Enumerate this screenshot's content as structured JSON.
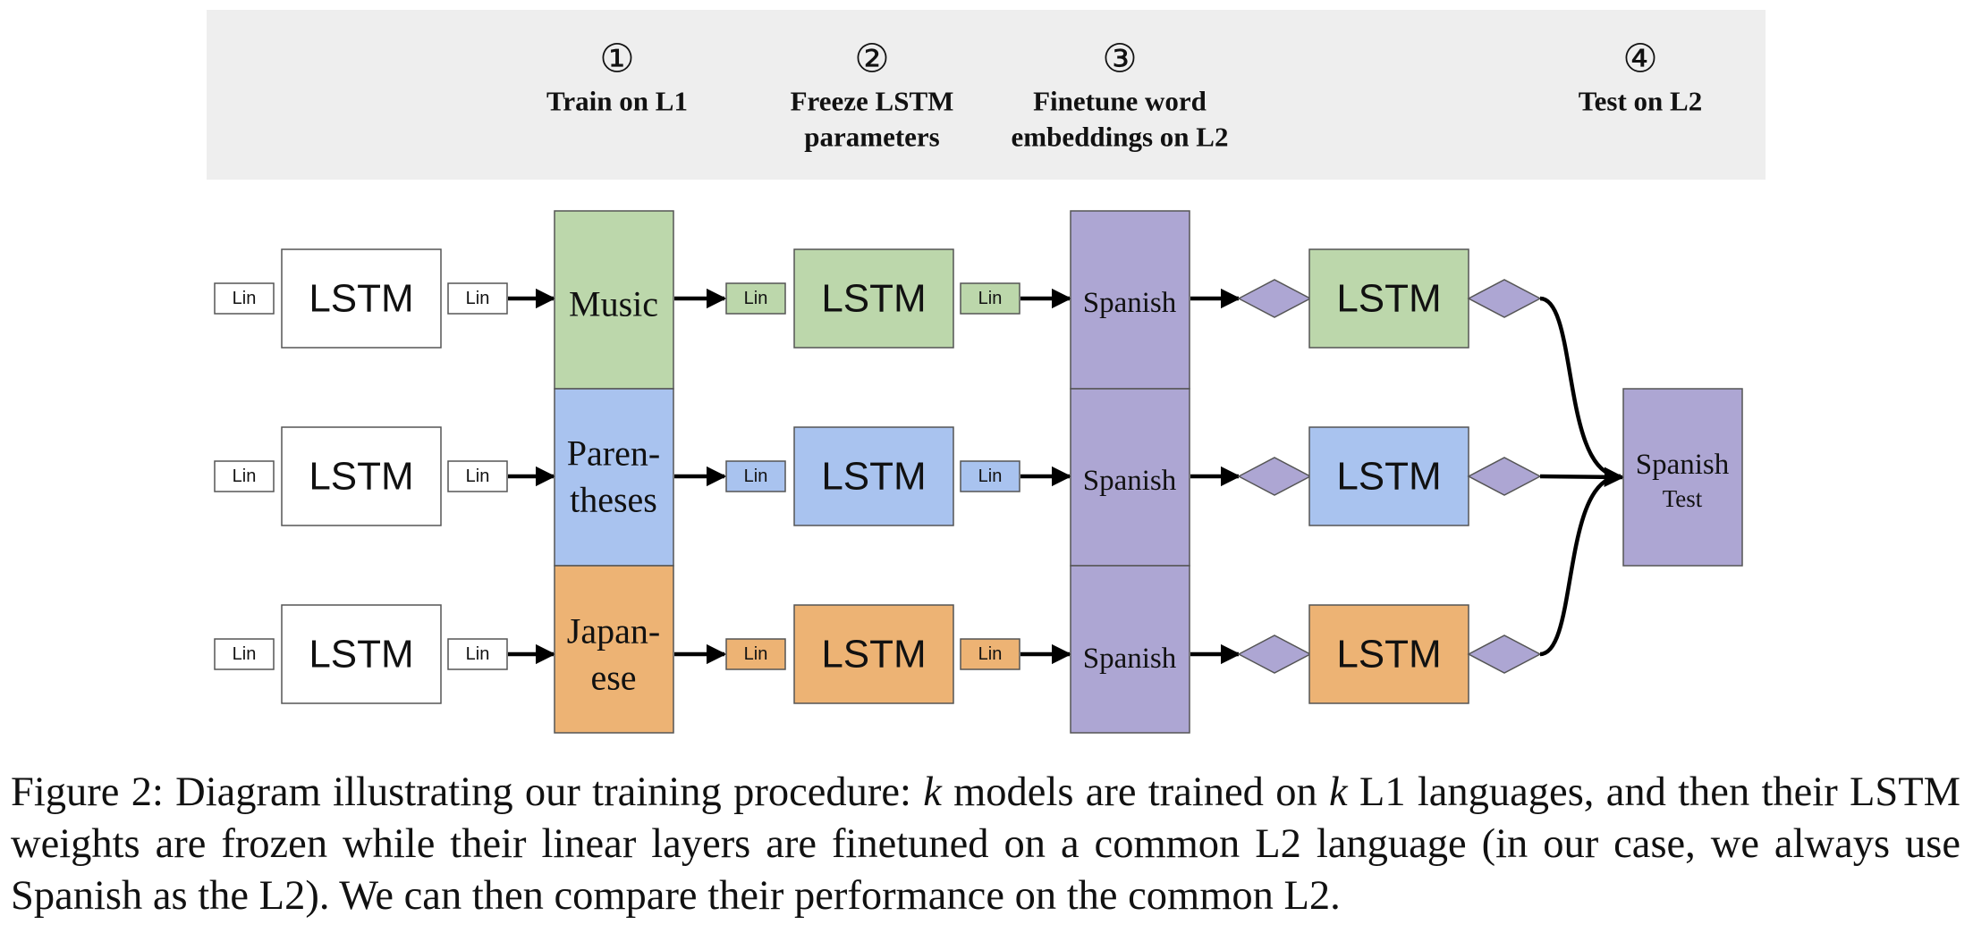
{
  "steps": [
    {
      "number": "①",
      "lines": [
        "Train on L1"
      ]
    },
    {
      "number": "②",
      "lines": [
        "Freeze LSTM",
        "parameters"
      ]
    },
    {
      "number": "③",
      "lines": [
        "Finetune word",
        "embeddings on L2"
      ]
    },
    {
      "number": "④",
      "lines": [
        "Test on L2"
      ]
    }
  ],
  "rows": [
    {
      "key": "music",
      "fill": "#bcd7ab",
      "l1_lines": [
        "Music"
      ],
      "l2_label": "Spanish"
    },
    {
      "key": "parentheses",
      "fill": "#a9c3ef",
      "l1_lines": [
        "Paren-",
        "theses"
      ],
      "l2_label": "Spanish"
    },
    {
      "key": "japanese",
      "fill": "#edb374",
      "l1_lines": [
        "Japan-",
        "ese"
      ],
      "l2_label": "Spanish"
    }
  ],
  "labels": {
    "lin": "Lin",
    "lstm": "LSTM"
  },
  "test_box": {
    "title": "Spanish",
    "subtitle": "Test",
    "fill": "#ada6d3"
  },
  "colors": {
    "header_band": "#eeeeee",
    "l2_fill": "#ada6d3",
    "diamond": "#ada6d3",
    "stroke": "#555555",
    "arrow": "#000000"
  },
  "caption": {
    "part1": "Figure 2:  Diagram illustrating our training procedure: ",
    "k1": "k",
    "part2": " models are trained on ",
    "k2": "k",
    "part3": " L1 languages, and then their LSTM weights are frozen while their linear layers are finetuned on a common L2 language (in our case, we always use Spanish as the L2). We can then compare their performance on the common L2."
  }
}
